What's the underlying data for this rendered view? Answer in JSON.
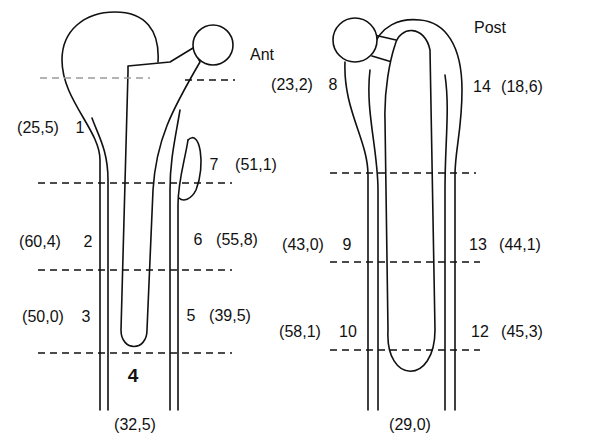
{
  "diagram": {
    "labels": [
      "Ant",
      "(25,5)",
      "1",
      "(60,4)",
      "2",
      "(50,0)",
      "3",
      "4",
      "(32,5)",
      "5",
      "(39,5)",
      "6",
      "(55,8)",
      "7",
      "(51,1)",
      "Post",
      "(23,2)",
      "8",
      "14",
      "(18,6)",
      "(43,0)",
      "9",
      "13",
      "(44,1)",
      "(58,1)",
      "10",
      "12",
      "(45,3)",
      "(29,0)"
    ]
  }
}
